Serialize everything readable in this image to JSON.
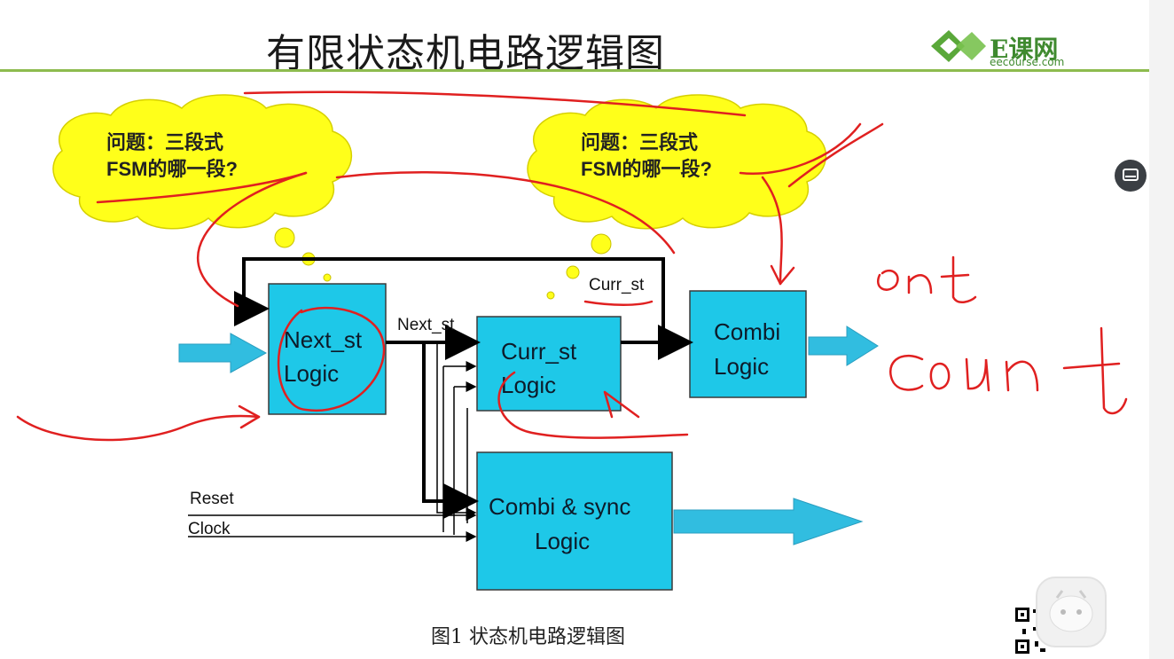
{
  "slide": {
    "title": "有限状态机电路逻辑图",
    "caption": "图1 状态机电路逻辑图"
  },
  "logo": {
    "text": "E课网",
    "sub": "eecourse.com",
    "icon": "eecourse-logo-icon"
  },
  "callouts": [
    {
      "line1": "问题：三段式",
      "line2": "FSM的哪一段?"
    },
    {
      "line1": "问题：三段式",
      "line2": "FSM的哪一段?"
    }
  ],
  "blocks": {
    "next_st": {
      "line1": "Next_st",
      "line2": "Logic"
    },
    "curr_st": {
      "line1": "Curr_st",
      "line2": "Logic"
    },
    "combi": {
      "line1": "Combi",
      "line2": "Logic"
    },
    "combi_sync": {
      "line1": "Combi & sync",
      "line2": "Logic"
    }
  },
  "signals": {
    "next_st": "Next_st",
    "curr_st": "Curr_st",
    "reset": "Reset",
    "clock": "Clock"
  },
  "colors": {
    "block_fill": "#1ec8e8",
    "arrow_fill": "#31bde0",
    "cloud_fill": "#ffff1a",
    "annotation": "#e02020",
    "rule": "#8dbb4e"
  },
  "icons": {
    "side_button": "screen-icon",
    "qr": "qr-code-icon",
    "mascot": "mascot-icon"
  }
}
